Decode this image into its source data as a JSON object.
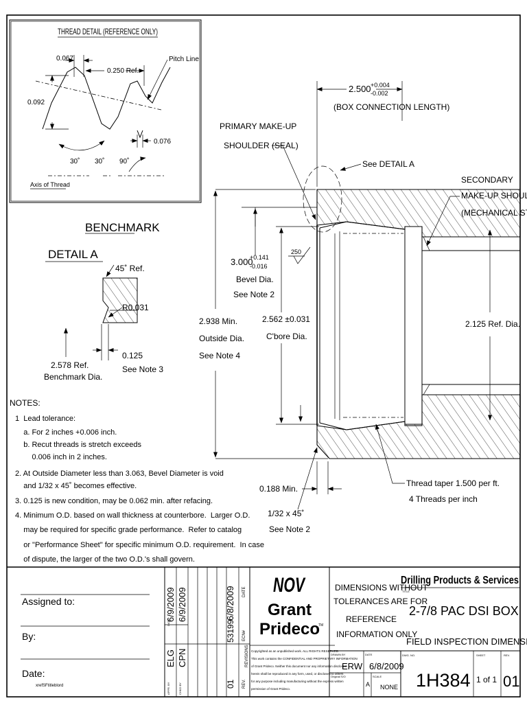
{
  "thread_detail": {
    "title": "THREAD DETAIL (REFERENCE ONLY)",
    "dim_0067": "0.067",
    "dim_0250": "0.250 Ref.",
    "pitch_line": "Pitch Line",
    "dim_0092": "0.092",
    "dim_0076": "0.076",
    "angle_30a": "30˚",
    "angle_30b": "30˚",
    "angle_90": "90˚",
    "axis": "Axis of Thread"
  },
  "benchmark": {
    "title": "BENCHMARK",
    "detail": "DETAIL  A",
    "bevel": "45˚ Ref.",
    "radius": "R0.031",
    "bm_dia_1": "2.578 Ref.",
    "bm_dia_2": "Benchmark Dia.",
    "n125_1": "0.125",
    "n125_2": "See Note 3"
  },
  "main": {
    "box_len_val": "2.500",
    "box_len_tol_hi": "+0.004",
    "box_len_tol_lo": "-0.002",
    "box_len_label": "(BOX CONNECTION LENGTH)",
    "primary_1": "PRIMARY MAKE-UP",
    "primary_2": "SHOULDER (SEAL)",
    "see_detail": "See DETAIL A",
    "secondary_1": "SECONDARY",
    "secondary_2": "MAKE-UP SHOULDER",
    "secondary_3": "(MECHANICAL STOP)",
    "bevel_val": "3.000",
    "bevel_tol_hi": "+0.141",
    "bevel_tol_lo": "-0.016",
    "bevel_1": "Bevel Dia.",
    "bevel_2": "See Note 2",
    "surface": "250",
    "od_1": "2.938 Min.",
    "od_2": "Outside Dia.",
    "od_3": "See Note 4",
    "cbore_1": "2.562 ±0.031",
    "cbore_2": "C'bore Dia.",
    "ref_dia": "2.125 Ref. Dia.",
    "min188": "0.188 Min.",
    "chamfer_1": "1/32 x 45˚",
    "chamfer_2": "See Note 2",
    "taper_1": "Thread taper 1.500 per ft.",
    "taper_2": "4 Threads per inch"
  },
  "notes": {
    "heading": "NOTES:",
    "lines": [
      "1  Lead tolerance:",
      "    a. For 2 inches +0.006 inch.",
      "    b. Recut threads is stretch exceeds",
      "        0.006 inch in 2 inches.",
      "2. At Outside Diameter less than 3.063, Bevel Diameter is void",
      "    and 1/32 x 45˚ becomes effective.",
      "3. 0.125 is new condition, may be 0.062 min. after refacing.",
      "4. Minimum O.D. based on wall thickness at counterbore.  Larger O.D.",
      "    may be required for specific grade performance.  Refer to catalog",
      "    or \"Performance Sheet\" for specific minimum O.D. requirement.  In case",
      "    of dispute, the larger of the two O.D.'s shall govern."
    ]
  },
  "signoff": {
    "assigned": "Assigned to:",
    "by": "By:",
    "date": "Date:",
    "file": "xrefSFtitleblord"
  },
  "revisions": {
    "appr_date": "6/9/2009",
    "chkd_date": "6/9/2009",
    "appr_by": "ELG",
    "chkd_by": "CPN",
    "date_val": "6/8/2009",
    "date_hdr": "DATE",
    "ecn_val": "53199",
    "ecn_hdr": "ECN#",
    "rev_val": "01",
    "rev_hdr": "REV.",
    "revisions_hdr": "REVISIONS",
    "appr_hdr": "APPR. BY",
    "chkd_hdr": "CHKD BY",
    "date_small": "DATE"
  },
  "logo": {
    "nov": "NOV",
    "grant": "Grant",
    "prideco": "Prideco",
    "tm": "TM",
    "legal": [
      "Copyrighted as an unpublished work. ALL RIGHTS RESERVED",
      "This work contains the CONFIDENTIAL AND PROPRIETARY INFORMATION",
      "of Grant Prideco. Neither this document nor any information disclosed",
      "herein shall be reproduced in any form, used, or disclosed to others",
      "for any purpose including manufacturing without the express written",
      "permission of Grant Prideco."
    ]
  },
  "tolerance": {
    "lines": [
      "DIMENSIONS WITHOUT",
      "TOLERANCES ARE FOR",
      "REFERENCE",
      "INFORMATION ONLY"
    ],
    "drawn_hdr": "DRAWN BY",
    "drawn": "ERW",
    "date_hdr": "DATE",
    "date": "6/8/2009",
    "orig": "Original S/O",
    "size": "A",
    "scale_hdr": "SCALE",
    "scale": "NONE"
  },
  "title_block": {
    "division": "Drilling Products & Services",
    "title_hdr": "TITLE",
    "title_1": "2-7/8 PAC DSI BOX",
    "title_2": "FIELD INSPECTION DIMENSIONS",
    "dwg_hdr": "DWG. NO.",
    "dwg": "1H384",
    "sheet_hdr": "SHEET",
    "sheet": "1 of 1",
    "rev_hdr": "REV.",
    "rev": "01"
  }
}
